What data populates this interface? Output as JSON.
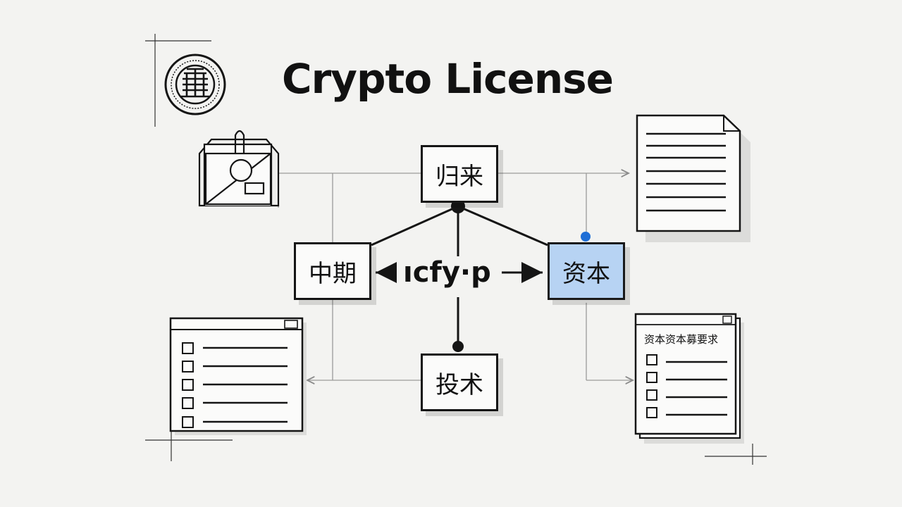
{
  "title": "Crypto License",
  "nodes": {
    "top": "归来",
    "left": "中期",
    "right": "资本",
    "bottom": "投术",
    "center": "ıcfy·p"
  },
  "checklist_doc": {
    "title": "资本资本募要求"
  },
  "icons": [
    "seal-emblem-icon",
    "folder-clip-icon",
    "document-icon",
    "list-window-icon",
    "checklist-document-icon"
  ],
  "colors": {
    "ink": "#151515",
    "highlight_fill": "#b7d3f3",
    "highlight_dot": "#1f6fd6",
    "guide_line": "#9a9a9a",
    "background": "#f3f3f1"
  }
}
